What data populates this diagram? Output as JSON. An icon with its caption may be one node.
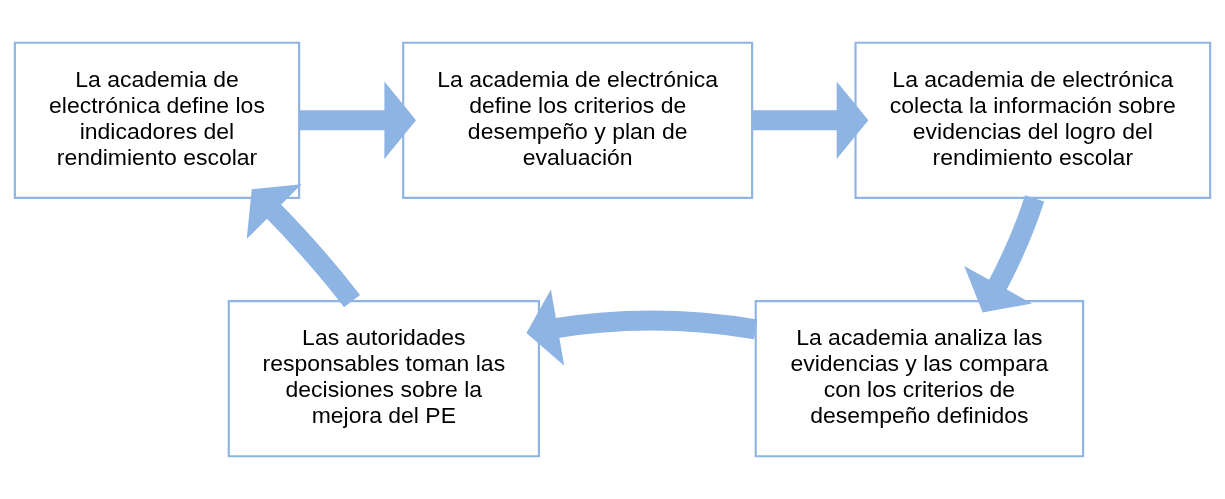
{
  "diagram": {
    "nodes": [
      {
        "text": [
          "La academia de electrónica define los indicadores del rendimiento escolar"
        ]
      },
      {
        "text": [
          "La academia de electrónica define los criterios de desempeño y plan de evaluación"
        ]
      },
      {
        "text": [
          "La academia de electrónica colecta la información sobre evidencias del logro del rendimiento escolar"
        ]
      },
      {
        "text": [
          "La academia analiza las evidencias y las compara con los criterios de desempeño definidos"
        ]
      },
      {
        "text": [
          "Las autoridades responsables toman las decisiones sobre la mejora del PE"
        ]
      }
    ],
    "edges": [
      {
        "from": 0,
        "to": 1,
        "arrow": "to"
      },
      {
        "from": 1,
        "to": 2,
        "arrow": "to"
      },
      {
        "from": 2,
        "to": 3,
        "arrow": "to"
      },
      {
        "from": 3,
        "to": 4,
        "arrow": "to"
      },
      {
        "from": 4,
        "to": 0,
        "arrow": "to"
      }
    ]
  }
}
